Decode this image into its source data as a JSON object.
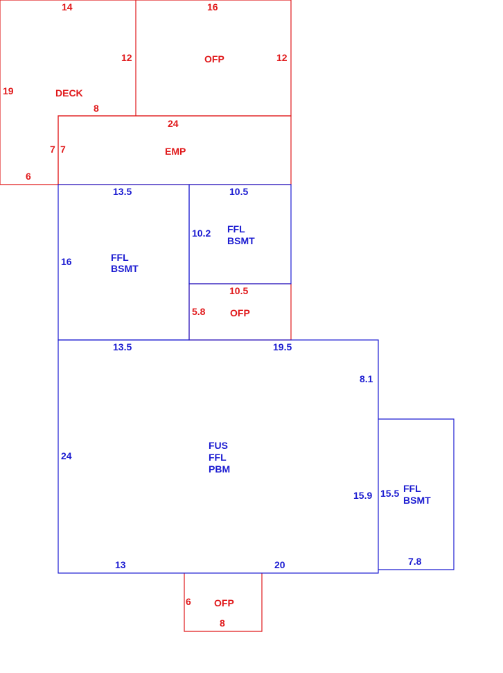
{
  "colors": {
    "red": "#e0191b",
    "blue": "#1c1cd1"
  },
  "areas": {
    "deck": {
      "code": "DECK"
    },
    "ofp_top": {
      "code": "OFP"
    },
    "emp": {
      "code": "EMP"
    },
    "ffl_bsmt_left": {
      "line1": "FFL",
      "line2": "BSMT"
    },
    "ffl_bsmt_mid": {
      "line1": "FFL",
      "line2": "BSMT"
    },
    "ofp_mid": {
      "code": "OFP"
    },
    "main": {
      "line1": "FUS",
      "line2": "FFL",
      "line3": "PBM"
    },
    "ffl_bsmt_right": {
      "line1": "FFL",
      "line2": "BSMT"
    },
    "ofp_bottom": {
      "code": "OFP"
    }
  },
  "dimensions": {
    "deck_top": "14",
    "deck_left": "19",
    "deck_inner_right": "12",
    "deck_inner_bottom": "8",
    "deck_lower_right": "7",
    "deck_bottom": "6",
    "ofp_top_top": "16",
    "ofp_top_right": "12",
    "emp_top": "24",
    "emp_left": "7",
    "bsmt_left_top": "13.5",
    "bsmt_left_side": "16",
    "bsmt_mid_top": "10.5",
    "bsmt_mid_side": "10.2",
    "ofp_mid_top": "10.5",
    "ofp_mid_side": "5.8",
    "main_top_left": "13.5",
    "main_top_right": "19.5",
    "main_right_upper": "8.1",
    "main_left": "24",
    "main_right_lower": "15.9",
    "main_bottom_left": "13",
    "main_bottom_right": "20",
    "bsmt_right_side": "15.5",
    "bsmt_right_bottom": "7.8",
    "ofp_bottom_side": "6",
    "ofp_bottom_bottom": "8"
  }
}
